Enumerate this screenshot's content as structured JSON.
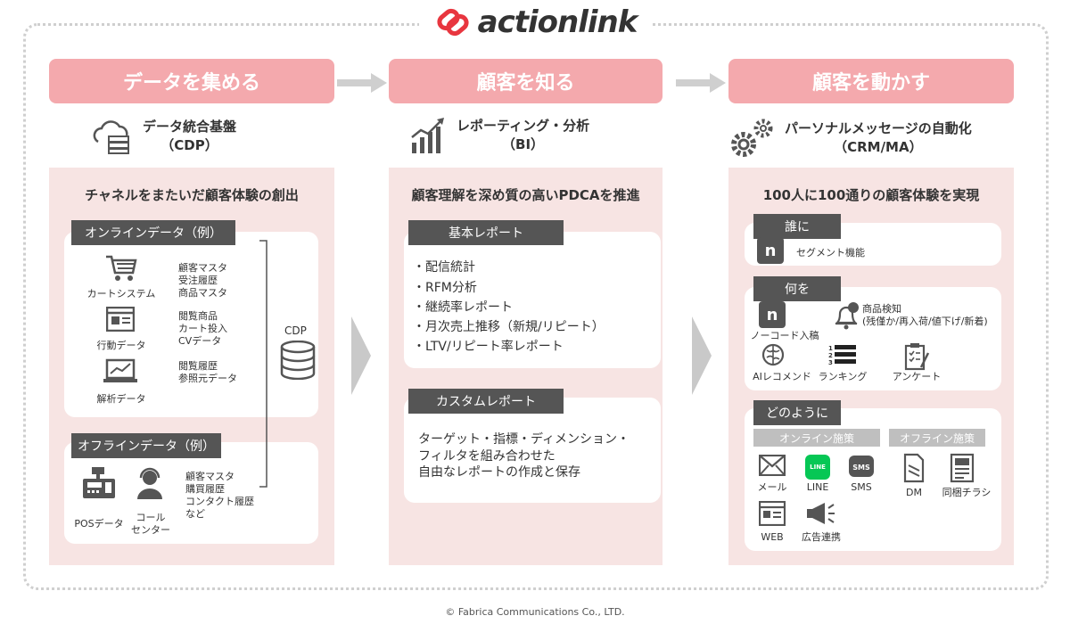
{
  "brand": {
    "name": "actionlink"
  },
  "columns": [
    {
      "header": "データを集める",
      "sub_line1": "データ統合基盤",
      "sub_line2": "（CDP）",
      "panel_title": "チャネルをまたいだ顧客体験の創出"
    },
    {
      "header": "顧客を知る",
      "sub_line1": "レポーティング・分析",
      "sub_line2": "（BI）",
      "panel_title": "顧客理解を深め質の高いPDCAを推進"
    },
    {
      "header": "顧客を動かす",
      "sub_line1": "パーソナルメッセージの自動化",
      "sub_line2": "（CRM/MA）",
      "panel_title": "100人に100通りの顧客体験を実現"
    }
  ],
  "cdp": {
    "online_tag": "オンラインデータ（例）",
    "offline_tag": "オフラインデータ（例）",
    "online_items": [
      {
        "caption": "カートシステム",
        "details": [
          "顧客マスタ",
          "受注履歴",
          "商品マスタ"
        ]
      },
      {
        "caption": "行動データ",
        "details": [
          "閲覧商品",
          "カート投入",
          "CVデータ"
        ]
      },
      {
        "caption": "解析データ",
        "details": [
          "閲覧履歴",
          "参照元データ"
        ]
      }
    ],
    "offline_items": [
      {
        "caption": "POSデータ"
      },
      {
        "caption_line1": "コール",
        "caption_line2": "センター"
      }
    ],
    "offline_details": [
      "顧客マスタ",
      "購買履歴",
      "コンタクト履歴",
      "など"
    ],
    "cdp_label": "CDP"
  },
  "bi": {
    "basic_tag": "基本レポート",
    "basic_items": [
      "・配信統計",
      "・RFM分析",
      "・継続率レポート",
      "・月次売上推移（新規/リピート）",
      "・LTV/リピート率レポート"
    ],
    "custom_tag": "カスタムレポート",
    "custom_lines": [
      "ターゲット・指標・ディメンション・",
      "フィルタを組み合わせた",
      "自由なレポートの作成と保存"
    ]
  },
  "crm": {
    "who_tag": "誰に",
    "who_item": "セグメント機能",
    "what_tag": "何を",
    "what_items": {
      "nocode": "ノーコード入稿",
      "notify_title": "商品検知",
      "notify_detail": "(残僅か/再入荷/値下げ/新着)",
      "ai": "AIレコメンド",
      "ranking": "ランキング",
      "survey": "アンケート"
    },
    "how_tag": "どのように",
    "online_label": "オンライン施策",
    "offline_label": "オフライン施策",
    "channels": {
      "mail": "メール",
      "line": "LINE",
      "sms": "SMS",
      "dm": "DM",
      "flyer": "同梱チラシ",
      "web": "WEB",
      "ad": "広告連携"
    },
    "ranking_numbers": [
      "1",
      "2",
      "3"
    ],
    "line_badge": "LINE",
    "sms_badge": "SMS",
    "n_mark": "n"
  },
  "footer": {
    "copyright": "© Fabrica Communications Co., LTD."
  },
  "colors": {
    "header_pink": "#f4a9ad",
    "panel_pink": "#f7e4e3",
    "tag_dark": "#555555",
    "tag_gray": "#bfbfbf",
    "line_green": "#06c755",
    "logo_red": "#e8363f"
  }
}
